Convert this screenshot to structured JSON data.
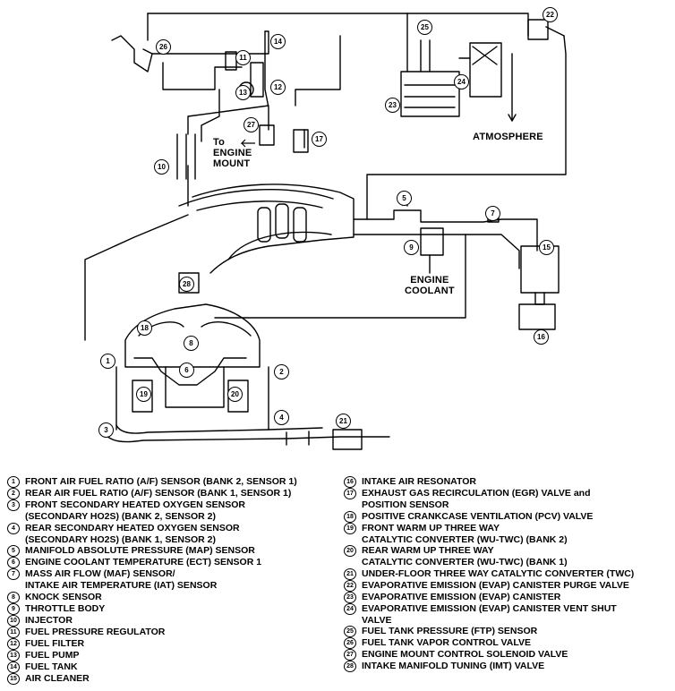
{
  "labels": {
    "to_engine_mount": "To\nENGINE\nMOUNT",
    "atmosphere": "ATMOSPHERE",
    "engine_coolant": "ENGINE\nCOOLANT"
  },
  "markers": [
    "1",
    "2",
    "3",
    "4",
    "5",
    "6",
    "7",
    "8",
    "9",
    "10",
    "11",
    "12",
    "13",
    "14",
    "15",
    "16",
    "17",
    "18",
    "19",
    "20",
    "21",
    "22",
    "23",
    "24",
    "25",
    "26",
    "27",
    "28"
  ],
  "legend_left": [
    {
      "n": "1",
      "lines": [
        "FRONT AIR FUEL RATIO (A/F) SENSOR (BANK 2, SENSOR 1)"
      ]
    },
    {
      "n": "2",
      "lines": [
        "REAR AIR FUEL RATIO (A/F) SENSOR (BANK 1, SENSOR 1)"
      ]
    },
    {
      "n": "3",
      "lines": [
        "FRONT SECONDARY HEATED OXYGEN SENSOR",
        "(SECONDARY HO2S) (BANK 2, SENSOR 2)"
      ]
    },
    {
      "n": "4",
      "lines": [
        "REAR SECONDARY HEATED OXYGEN SENSOR",
        "(SECONDARY HO2S) (BANK 1, SENSOR 2)"
      ]
    },
    {
      "n": "5",
      "lines": [
        "MANIFOLD ABSOLUTE PRESSURE (MAP) SENSOR"
      ]
    },
    {
      "n": "6",
      "lines": [
        "ENGINE COOLANT TEMPERATURE (ECT) SENSOR 1"
      ]
    },
    {
      "n": "7",
      "lines": [
        "MASS AIR FLOW (MAF) SENSOR/",
        "INTAKE AIR TEMPERATURE (IAT) SENSOR"
      ]
    },
    {
      "n": "8",
      "lines": [
        "KNOCK SENSOR"
      ]
    },
    {
      "n": "9",
      "lines": [
        "THROTTLE BODY"
      ]
    },
    {
      "n": "10",
      "lines": [
        "INJECTOR"
      ]
    },
    {
      "n": "11",
      "lines": [
        "FUEL PRESSURE REGULATOR"
      ]
    },
    {
      "n": "12",
      "lines": [
        "FUEL FILTER"
      ]
    },
    {
      "n": "13",
      "lines": [
        "FUEL PUMP"
      ]
    },
    {
      "n": "14",
      "lines": [
        "FUEL TANK"
      ]
    },
    {
      "n": "15",
      "lines": [
        "AIR CLEANER"
      ]
    }
  ],
  "legend_right": [
    {
      "n": "16",
      "lines": [
        "INTAKE AIR RESONATOR"
      ]
    },
    {
      "n": "17",
      "lines": [
        "EXHAUST GAS RECIRCULATION (EGR) VALVE and",
        "POSITION SENSOR"
      ]
    },
    {
      "n": "18",
      "lines": [
        "POSITIVE CRANKCASE VENTILATION (PCV) VALVE"
      ]
    },
    {
      "n": "19",
      "lines": [
        "FRONT WARM UP THREE WAY",
        "CATALYTIC CONVERTER (WU-TWC) (BANK 2)"
      ]
    },
    {
      "n": "20",
      "lines": [
        "REAR WARM UP THREE WAY",
        "CATALYTIC CONVERTER (WU-TWC) (BANK 1)"
      ]
    },
    {
      "n": "21",
      "lines": [
        "UNDER-FLOOR THREE WAY CATALYTIC CONVERTER (TWC)"
      ]
    },
    {
      "n": "22",
      "lines": [
        "EVAPORATIVE EMISSION (EVAP) CANISTER PURGE VALVE"
      ]
    },
    {
      "n": "23",
      "lines": [
        "EVAPORATIVE EMISSION (EVAP) CANISTER"
      ]
    },
    {
      "n": "24",
      "lines": [
        "EVAPORATIVE EMISSION (EVAP) CANISTER VENT SHUT",
        "VALVE"
      ]
    },
    {
      "n": "25",
      "lines": [
        "FUEL TANK PRESSURE (FTP) SENSOR"
      ]
    },
    {
      "n": "26",
      "lines": [
        "FUEL TANK VAPOR CONTROL VALVE"
      ]
    },
    {
      "n": "27",
      "lines": [
        "ENGINE MOUNT CONTROL SOLENOID VALVE"
      ]
    },
    {
      "n": "28",
      "lines": [
        "INTAKE MANIFOLD TUNING (IMT) VALVE"
      ]
    }
  ]
}
